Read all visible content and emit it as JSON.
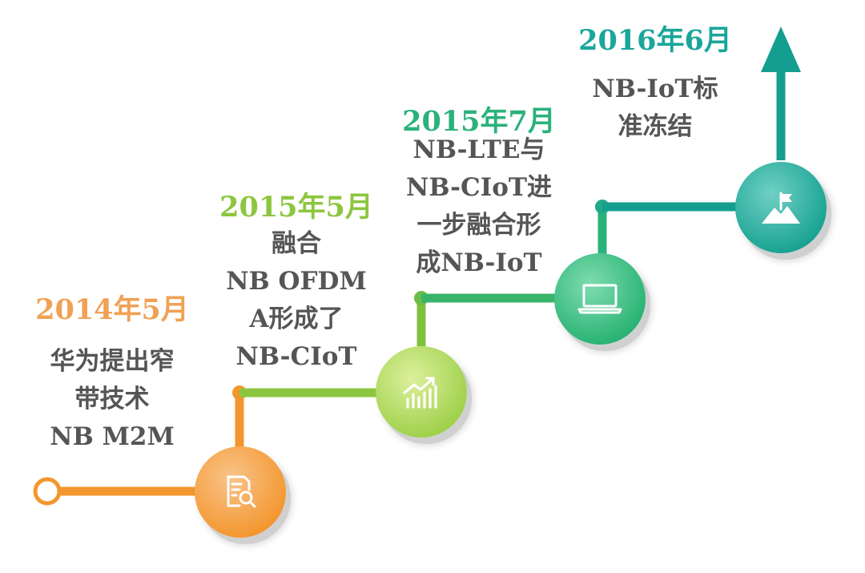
{
  "milestones": [
    {
      "date": "2014年5月",
      "lines": [
        "华为提出窄",
        "带技术",
        "NB M2M"
      ],
      "color": "#f0a154",
      "icon": "search-document-icon"
    },
    {
      "date": "2015年5月",
      "lines": [
        "融合",
        "NB OFDM",
        "A形成了",
        "NB-CIoT"
      ],
      "color": "#8cc63f",
      "icon": "growth-chart-icon"
    },
    {
      "date": "2015年7月",
      "lines": [
        "NB-LTE与",
        "NB-CIoT进",
        "一步融合形",
        "成NB-IoT"
      ],
      "color": "#2ab27b",
      "icon": "laptop-icon"
    },
    {
      "date": "2016年6月",
      "lines": [
        "NB-IoT标",
        "准冻结"
      ],
      "color": "#1aa69a",
      "icon": "mountain-flag-icon"
    }
  ],
  "colors": {
    "orange": "#f3962e",
    "lime": "#7fc13d",
    "green": "#39b56a",
    "teal": "#149e8f",
    "text": "#555555"
  }
}
